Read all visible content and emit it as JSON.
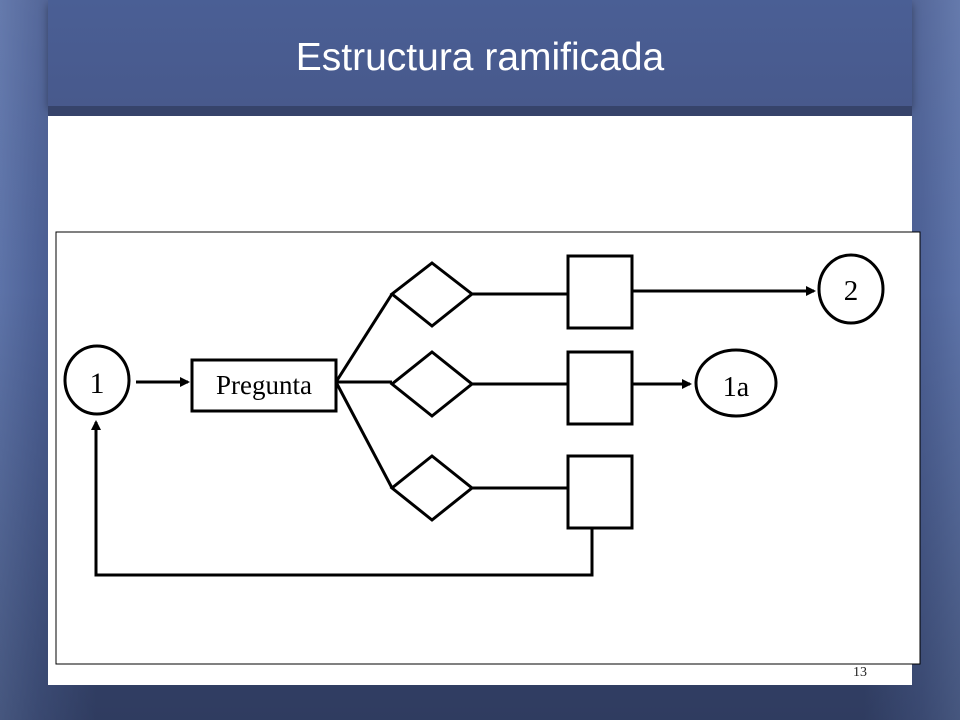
{
  "slide": {
    "title": "Estructura ramificada",
    "page_number": "13"
  },
  "diagram": {
    "start_node": "1",
    "question_box": "Pregunta",
    "node_return": "1a",
    "node_next": "2"
  }
}
